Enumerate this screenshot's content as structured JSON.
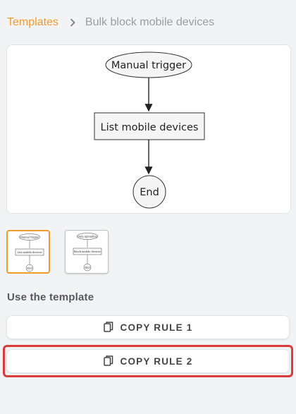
{
  "breadcrumb": {
    "parent": "Templates",
    "current": "Bulk block mobile devices"
  },
  "diagram": {
    "nodes": {
      "trigger": "Manual trigger",
      "action": "List mobile devices",
      "end": "End"
    }
  },
  "thumbnails": [
    {
      "trigger": "Manual trigger",
      "action": "List mobile devices",
      "end": "End",
      "selected": true
    },
    {
      "trigger": "Data uploading",
      "action": "Block mobile devices",
      "end": "End",
      "selected": false
    }
  ],
  "section": {
    "title": "Use the template"
  },
  "buttons": {
    "copy_rule_1": "COPY RULE 1",
    "copy_rule_2": "COPY RULE 2"
  },
  "colors": {
    "accent": "#f39a2d",
    "highlight": "#dc3b3b"
  },
  "icons": {
    "breadcrumb_separator": "chevron-right-icon",
    "copy": "copy-icon"
  }
}
